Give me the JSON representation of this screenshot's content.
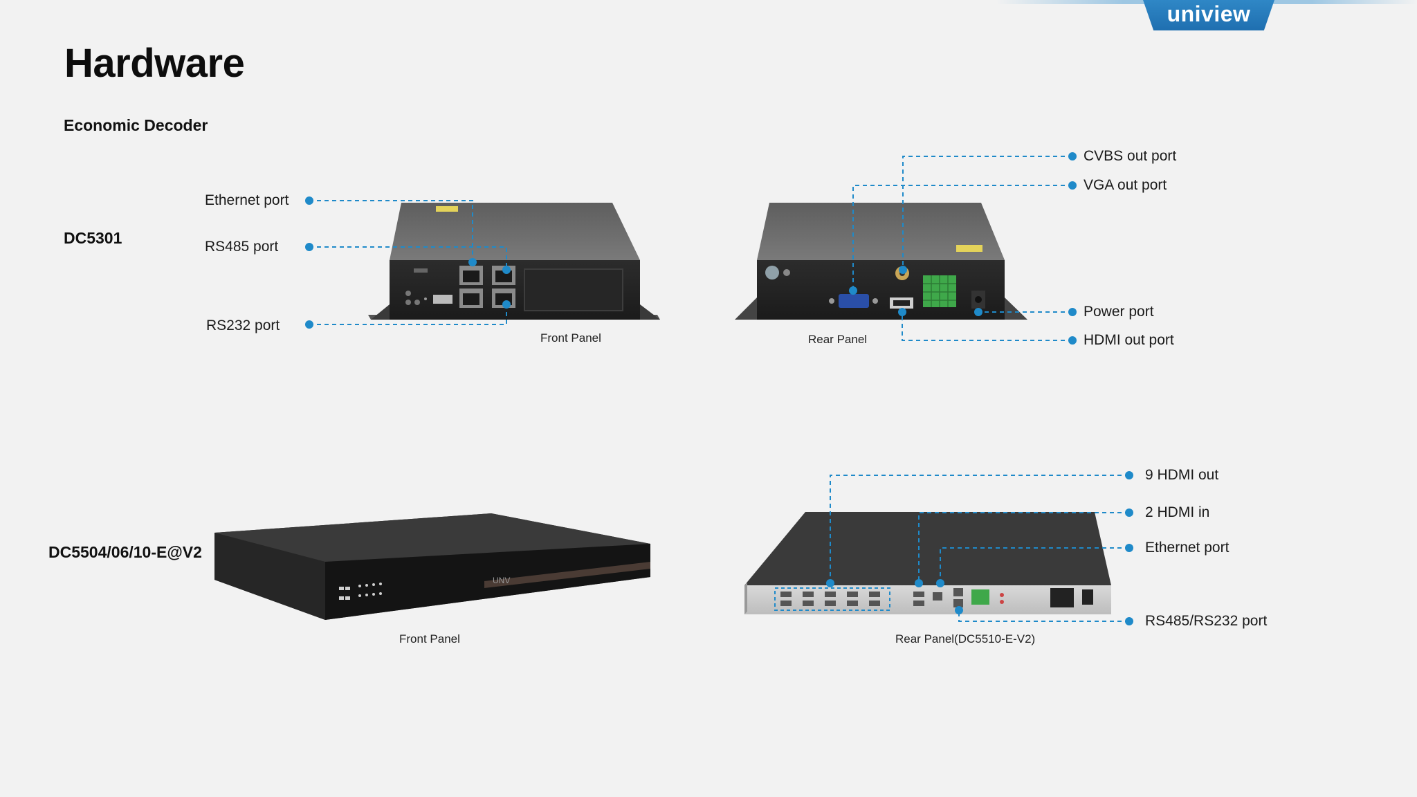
{
  "brand": {
    "logo_text": "uniview",
    "accent": "#1f8ac9"
  },
  "page": {
    "title": "Hardware",
    "subtitle": "Economic Decoder"
  },
  "dc5301": {
    "model": "DC5301",
    "front_caption": "Front Panel",
    "rear_caption": "Rear Panel",
    "front_labels": {
      "ethernet": "Ethernet port",
      "rs485": "RS485 port",
      "rs232": "RS232 port"
    },
    "rear_labels": {
      "cvbs": "CVBS out port",
      "vga": "VGA out port",
      "power": "Power port",
      "hdmi": "HDMI out port"
    }
  },
  "dc5504": {
    "model": "DC5504/06/10-E@V2",
    "front_caption": "Front Panel",
    "rear_caption": "Rear Panel(DC5510-E-V2)",
    "rear_labels": {
      "hdmi_out": "9 HDMI out",
      "hdmi_in": "2 HDMI in",
      "ethernet": "Ethernet port",
      "rs485_232": "RS485/RS232 port"
    }
  }
}
